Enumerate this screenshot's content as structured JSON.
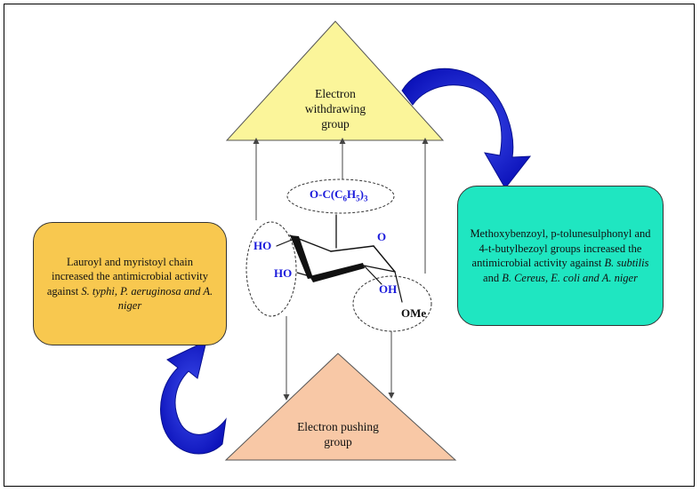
{
  "top_triangle": {
    "lines": [
      "Electron",
      "withdrawing",
      "group"
    ],
    "color": "#fbf59a"
  },
  "bottom_triangle": {
    "lines": [
      "Electron pushing",
      "group"
    ],
    "color": "#f8c8a6"
  },
  "left_box": {
    "text_plain": "Lauroyl and myristoyl chain increased the antimicrobial activity against ",
    "text_italic": "S. typhi, P. aeruginosa and A. niger",
    "color": "#f8c84f"
  },
  "right_box": {
    "text_plain": "Methoxybenzoyl, p-tolunesulphonyl and 4-t-butylbezoyl groups increased the antimicrobial activity against ",
    "italic_1": "B. subtilis",
    "and_word": " and ",
    "italic_2": "B. Cereus, E. coli and A. niger",
    "color": "#1fe6c1"
  },
  "molecule": {
    "trityl_group": "O-C(C",
    "trityl_sub1": "6",
    "trityl_mid": "H",
    "trityl_sub2": "5",
    "trityl_close": ")",
    "trityl_sub3": "3",
    "ring_oxygen": "O",
    "ho_4": "HO",
    "ho_3": "HO",
    "oh_2": "OH",
    "ome": "OMe",
    "label_color": "#1a1adb"
  },
  "curved_arrow_color": "#0b14d6"
}
